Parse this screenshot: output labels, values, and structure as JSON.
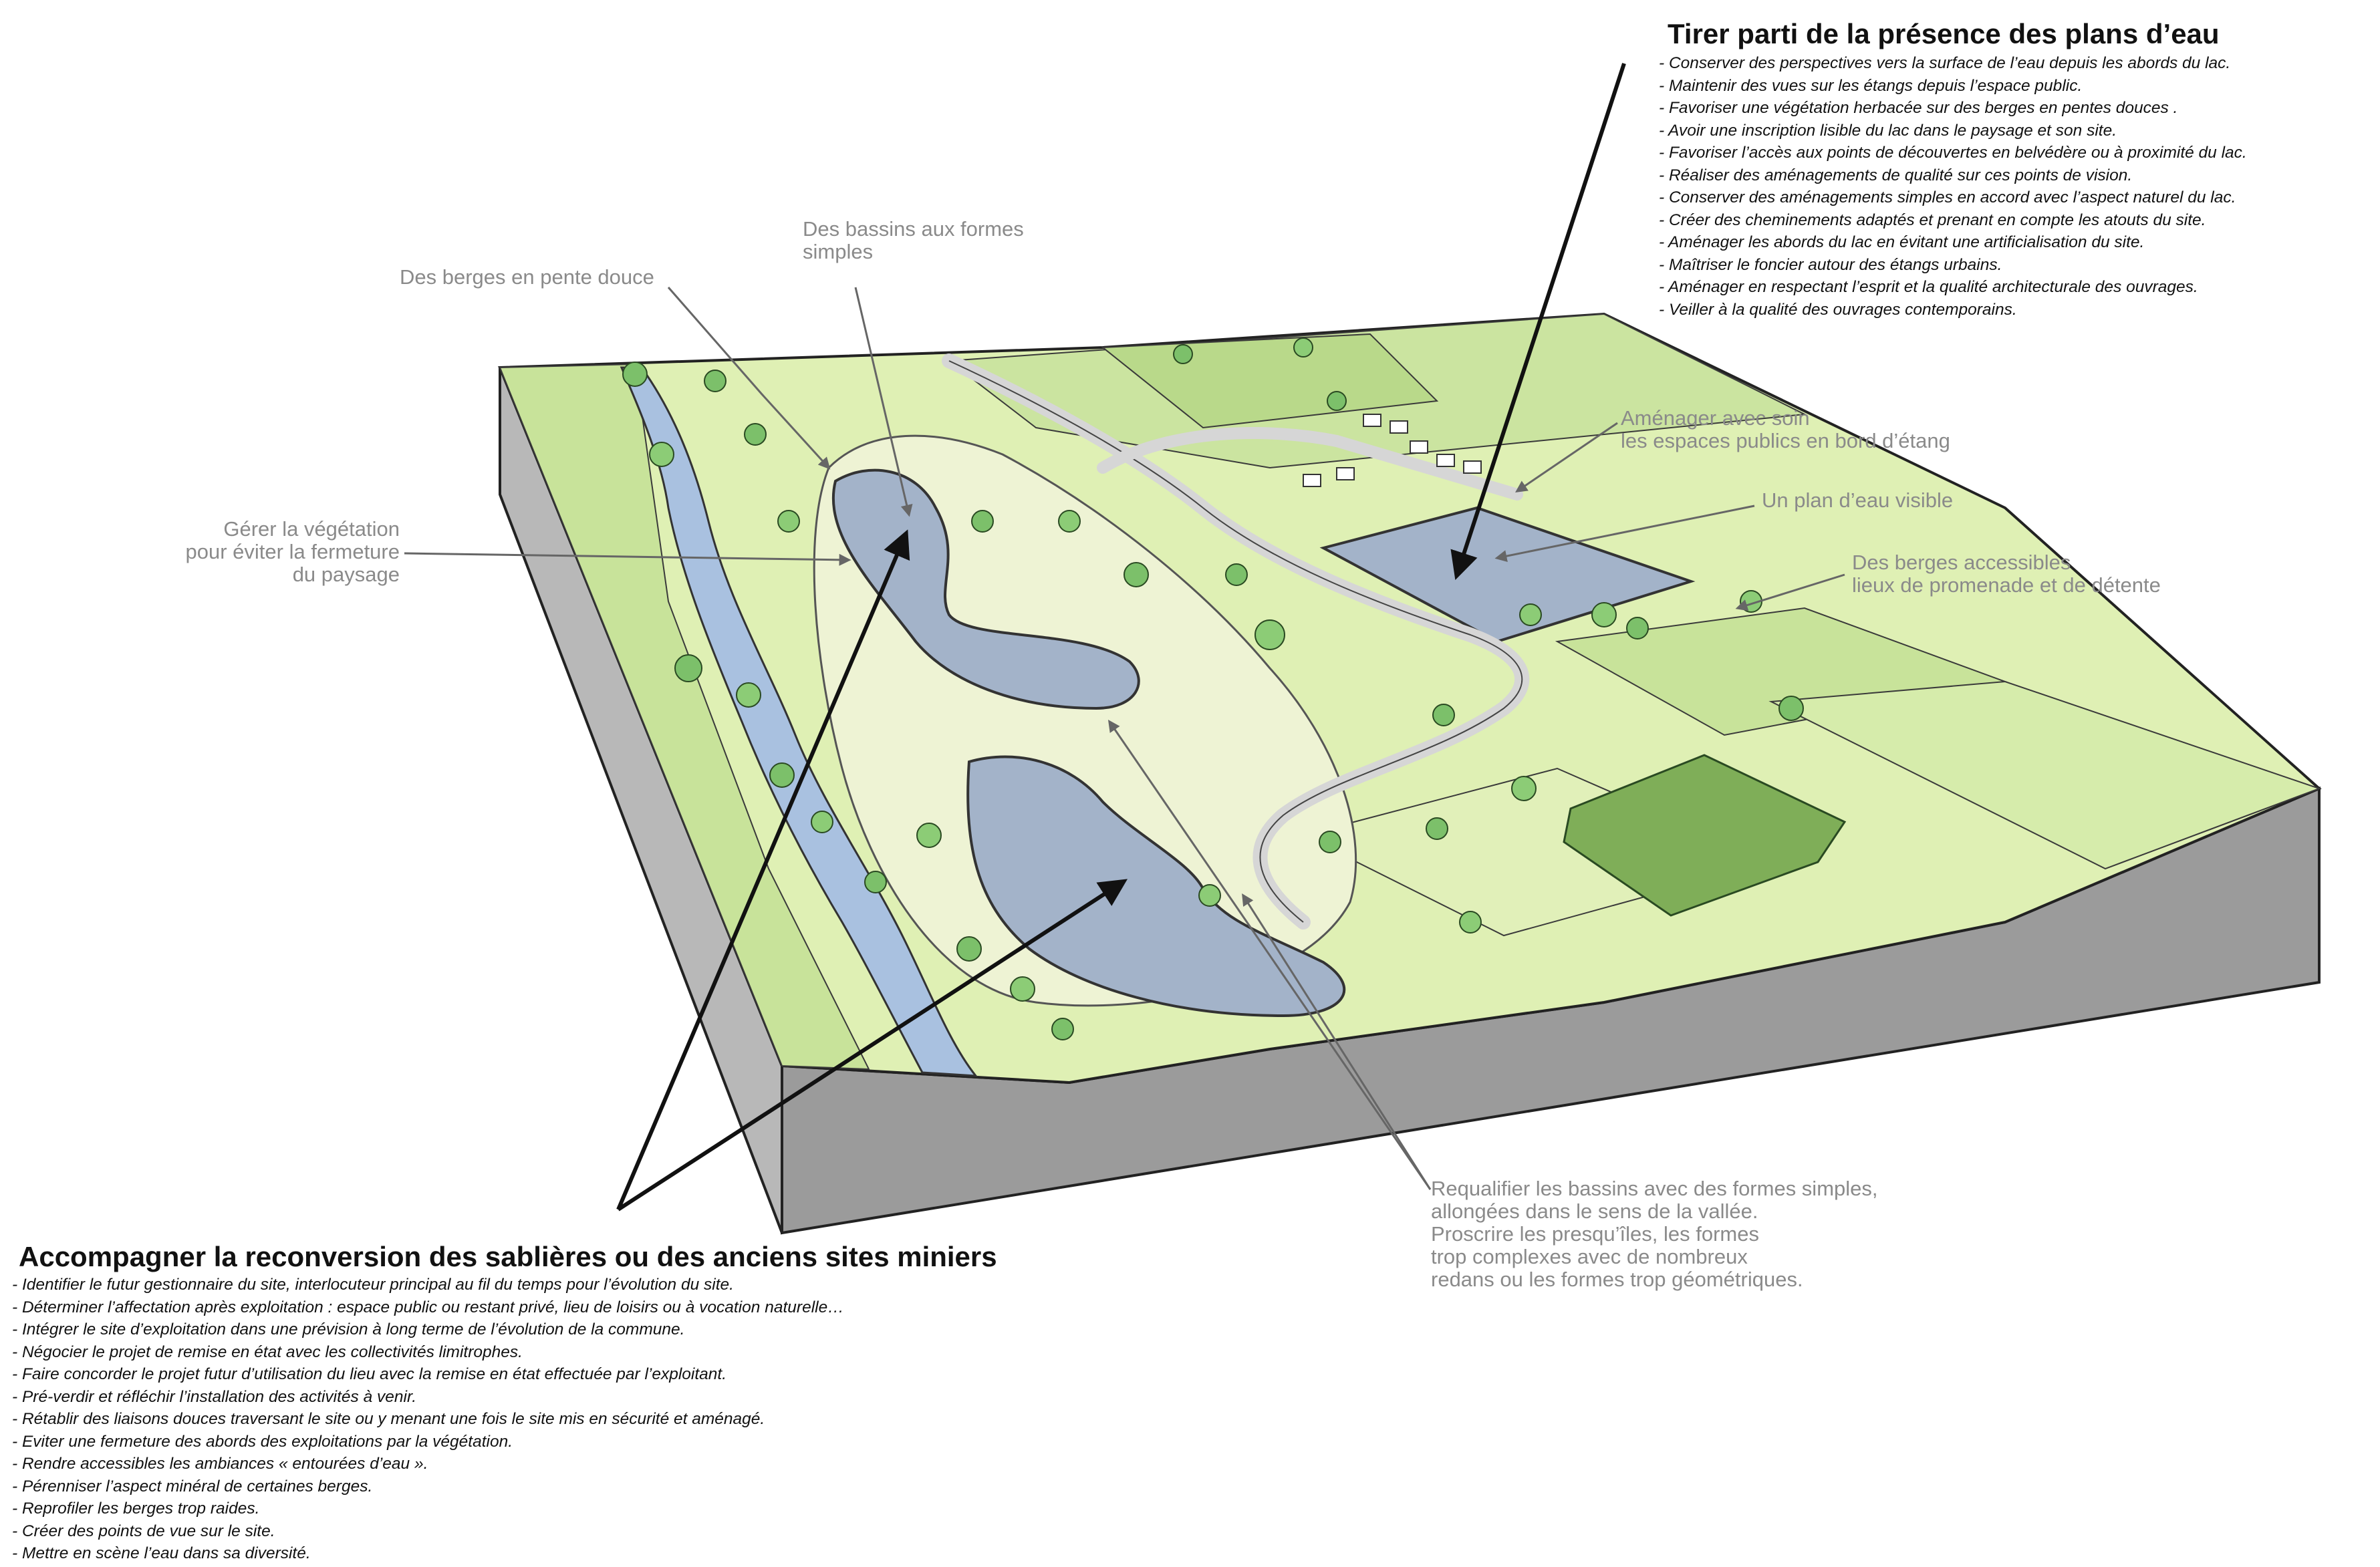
{
  "headings": {
    "plans_eau": "Tirer parti de la présence des plans d’eau",
    "reconversion": "Accompagner la reconversion des sablières ou des anciens sites miniers"
  },
  "plans_eau_items": [
    "- Conserver des perspectives vers la surface de l’eau depuis les abords du lac.",
    "- Maintenir des vues sur les étangs depuis l’espace public.",
    "- Favoriser une végétation herbacée sur des berges en pentes douces .",
    "- Avoir une inscription lisible du lac dans le paysage et son site.",
    "- Favoriser l’accès aux points de découvertes en belvédère ou à proximité du lac.",
    "- Réaliser des aménagements de qualité sur ces points de vision.",
    "- Conserver des aménagements simples en accord avec l’aspect naturel du lac.",
    "- Créer des cheminements adaptés et prenant en compte les atouts du site.",
    "- Aménager les abords du lac en évitant une artificialisation du site.",
    "- Maîtriser le foncier autour des étangs  urbains.",
    "- Aménager en respectant l’esprit et la qualité architecturale des ouvrages.",
    "- Veiller à la qualité des ouvrages contemporains."
  ],
  "reconversion_items": [
    "- Identifier le futur gestionnaire du site, interlocuteur principal au fil du temps pour l’évolution du site.",
    "- Déterminer l’affectation après exploitation : espace public ou restant privé, lieu de loisirs ou à vocation naturelle…",
    "- Intégrer le site d’exploitation dans une prévision à long terme de l’évolution de la commune.",
    "- Négocier le projet de remise en état avec les collectivités limitrophes.",
    "- Faire concorder le projet futur d’utilisation du lieu avec la remise en état effectuée par l’exploitant.",
    "- Pré-verdir et réfléchir l’installation des activités à venir.",
    "- Rétablir des liaisons douces traversant le site ou y menant une fois le site mis en sécurité et aménagé.",
    "- Eviter une fermeture des abords des exploitations par la végétation.",
    "- Rendre accessibles les ambiances « entourées d’eau ».",
    "- Pérenniser l’aspect minéral de certaines berges.",
    "- Reprofiler les berges trop raides.",
    "- Créer des points de vue sur le site.",
    "- Mettre en scène l’eau dans sa diversité."
  ],
  "labels": {
    "berges_pente": "Des berges en pente douce",
    "bassins_formes": [
      "Des bassins aux formes",
      "simples"
    ],
    "gerer_vegetation": [
      "Gérer la végétation",
      "pour éviter la fermeture",
      "du paysage"
    ],
    "amenager_soin": [
      "Aménager avec soin",
      " les espaces publics en bord d’étang"
    ],
    "plan_eau_visible": "Un plan d’eau visible",
    "berges_accessibles": [
      "Des berges accessibles",
      "lieux de promenade et de détente"
    ],
    "requalifier": [
      "Requalifier les bassins avec des formes simples,",
      "allongées dans le sens de la vallée.",
      "Proscrire les presqu’îles, les formes",
      "trop complexes avec de nombreux",
      "redans ou les formes trop géométriques."
    ]
  },
  "colors": {
    "heading": "#111111",
    "label": "#8a8a8a",
    "water": "#a3b3c9",
    "river": "#a9c1e0",
    "meadow": "#dff0b4",
    "field_dark": "#b9d98a",
    "path": "#e4e8d3",
    "soil_front": "#9b9b9b",
    "soil_side": "#b8b8b8",
    "tree": "#7cc06a",
    "tree_dark": "#3f7a3a"
  }
}
